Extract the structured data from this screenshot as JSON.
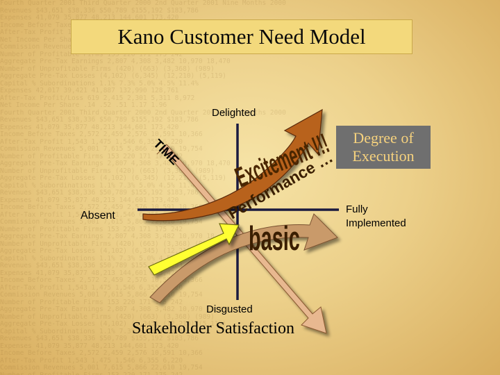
{
  "title": "Kano Customer Need Model",
  "axes": {
    "top": "Delighted",
    "bottom": "Disgusted",
    "left": "Absent",
    "right_line1": "Fully",
    "right_line2": "Implemented",
    "x_title_line1": "Degree of",
    "x_title_line2": "Execution",
    "y_title": "Stakeholder Satisfaction"
  },
  "curves": {
    "time": "TIME",
    "excitement": "Excitement !!!",
    "performance": "Performance …",
    "basic": "basic"
  },
  "colors": {
    "background": "#ecd08a",
    "title_box": "#f3d97c",
    "axis": "#1a1a40",
    "excitement_arrow": "#b8621d",
    "performance_arrow": "#ffff33",
    "basic_arrow": "#c99a6a",
    "time_arrow": "#e8b890",
    "degree_box": "#6f6f6f",
    "degree_text": "#f6d27e",
    "curve_label_text": "#4a2600"
  }
}
